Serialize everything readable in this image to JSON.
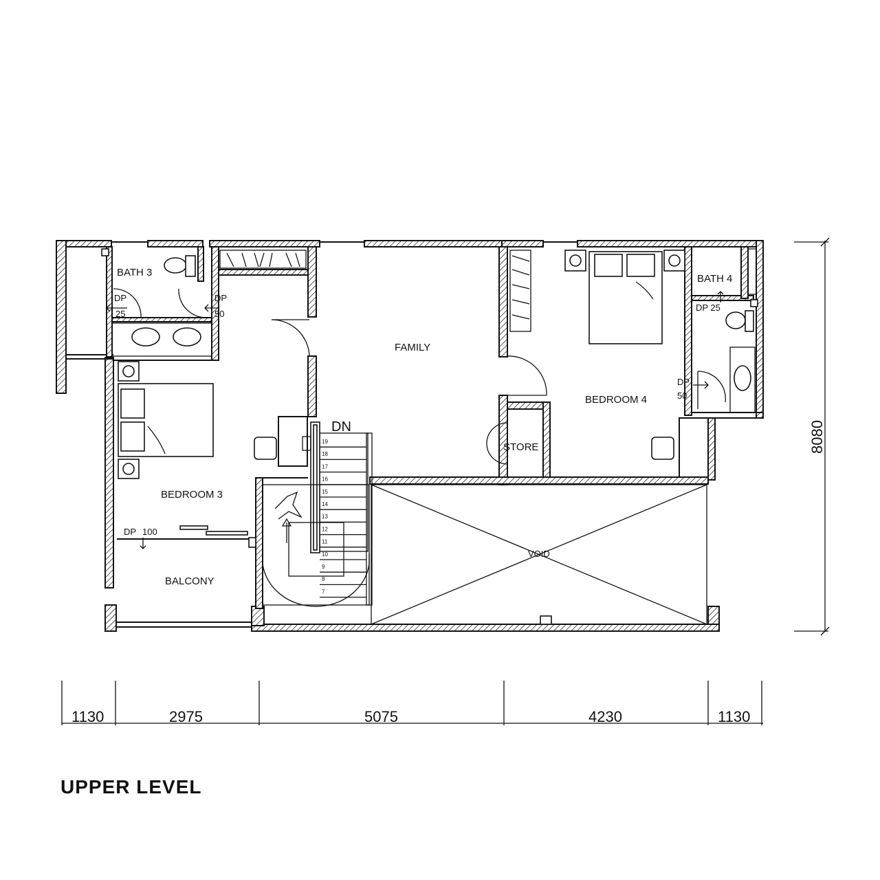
{
  "title": "UPPER LEVEL",
  "rooms": {
    "bath3": "BATH 3",
    "bath4": "BATH 4",
    "family": "FAMILY",
    "bedroom3": "BEDROOM 3",
    "bedroom4": "BEDROOM 4",
    "store": "STORE",
    "balcony": "BALCONY",
    "void": "VOID"
  },
  "door_marks": {
    "dp": "DP",
    "dp25": "25",
    "dp50": "50",
    "dp100": "100",
    "bath4_mark": "DP 25"
  },
  "stair": {
    "label": "DN",
    "steps": [
      "19",
      "18",
      "17",
      "16",
      "15",
      "14",
      "13",
      "12",
      "11",
      "10",
      "9",
      "8",
      "7"
    ]
  },
  "dimensions": {
    "horizontal": [
      "1130",
      "2975",
      "5075",
      "4230",
      "1130"
    ],
    "vertical": "8080"
  }
}
